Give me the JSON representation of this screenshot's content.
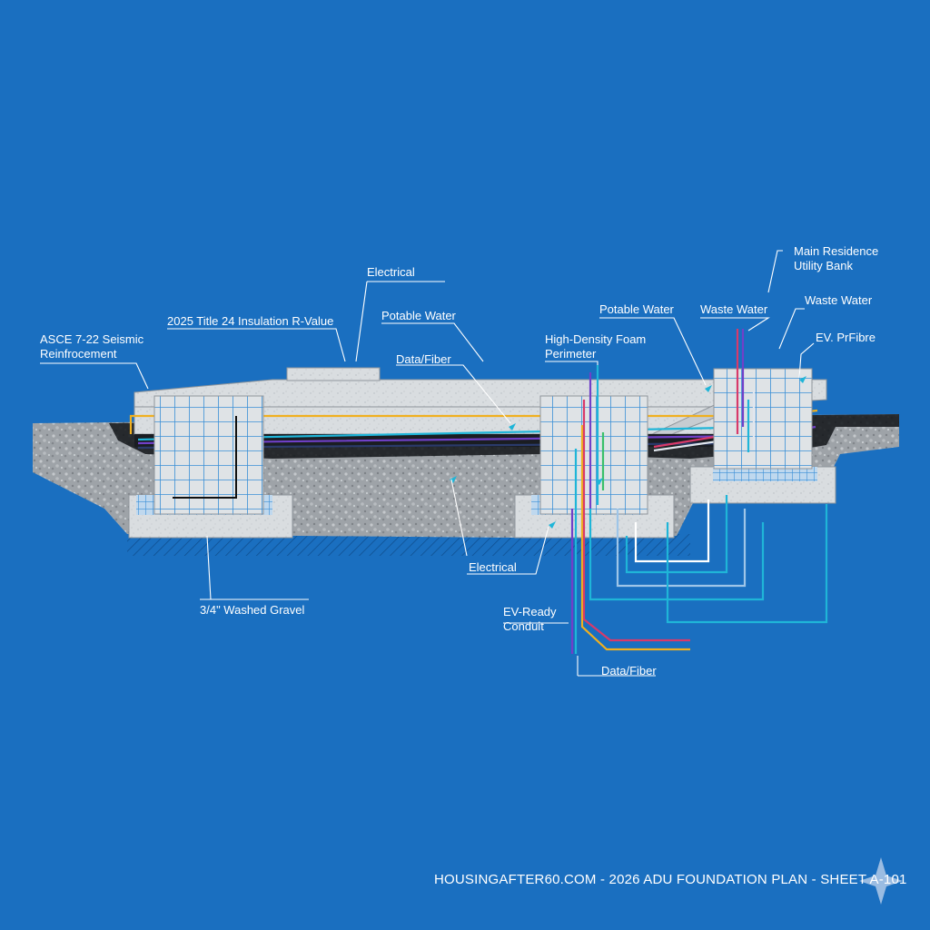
{
  "colors": {
    "background": "#1a6fc0",
    "concrete": "#d9dde0",
    "gravel": "#9ea3a8",
    "rebar_grid": "#3a8fd6",
    "potable_water": "#1fb5d8",
    "electrical": "#f0b020",
    "data_fiber": "#7040c8",
    "waste_water": "#e0e6ee",
    "ev_conduit": "#d83a6a",
    "label_line": "#ffffff"
  },
  "labels": {
    "seismic_l1": "ASCE 7-22 Seismic",
    "seismic_l2": "Reinfrocement",
    "title24": "2025 Title 24 Insulation R-Value",
    "electrical_top": "Electrical",
    "potable_top": "Potable Water",
    "data_top": "Data/Fiber",
    "foam_l1": "High-Density Foam",
    "foam_l2": "Perimeter",
    "potable_right": "Potable Water",
    "waste_mid": "Waste Water",
    "main_res_l1": "Main Residence",
    "main_res_l2": "Utility Bank",
    "waste_right": "Waste Water",
    "ev_fibre": "EV. PrFibre",
    "electrical_bottom": "Electrical",
    "gravel": "3/4\" Washed Gravel",
    "ev_ready_l1": "EV-Ready",
    "ev_ready_l2": "Conduit",
    "data_bottom": "Data/Fiber"
  },
  "footer": {
    "text": "HOUSINGAFTER60.COM - 2026 ADU FOUNDATION PLAN - SHEET A-101"
  }
}
